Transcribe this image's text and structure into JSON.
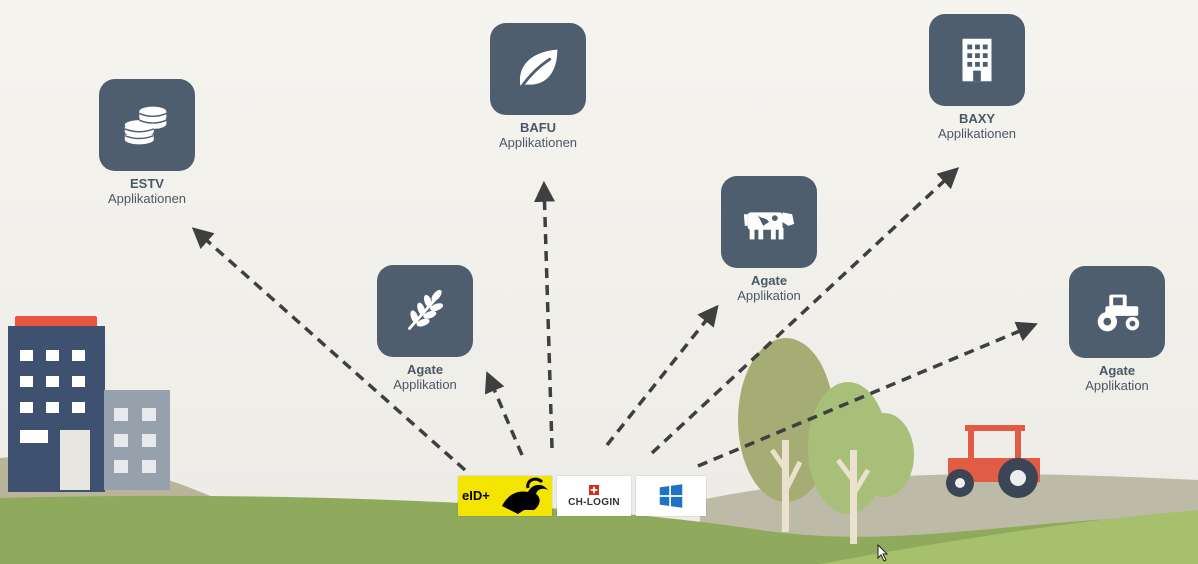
{
  "nodes": {
    "estv": {
      "title": "ESTV",
      "subtitle": "Applikationen",
      "icon": "coins-icon"
    },
    "bafu": {
      "title": "BAFU",
      "subtitle": "Applikationen",
      "icon": "leaf-icon"
    },
    "baxy": {
      "title": "BAXY",
      "subtitle": "Applikationen",
      "icon": "building-icon"
    },
    "agate_wheat": {
      "title": "Agate",
      "subtitle": "Applikation",
      "icon": "wheat-icon"
    },
    "agate_cow": {
      "title": "Agate",
      "subtitle": "Applikation",
      "icon": "cow-icon"
    },
    "agate_tractor": {
      "title": "Agate",
      "subtitle": "Applikation",
      "icon": "tractor-icon"
    }
  },
  "logos": {
    "eid": {
      "text": "eID+"
    },
    "chlogin": {
      "text": "CH-LOGIN"
    },
    "windows": {
      "icon": "windows-icon"
    }
  },
  "colors": {
    "tile": "#4f5e6f",
    "background": "#f4f2ee",
    "ground": "#8faa5c",
    "arrow": "#3f3f3f",
    "tractor": "#e25b45"
  }
}
